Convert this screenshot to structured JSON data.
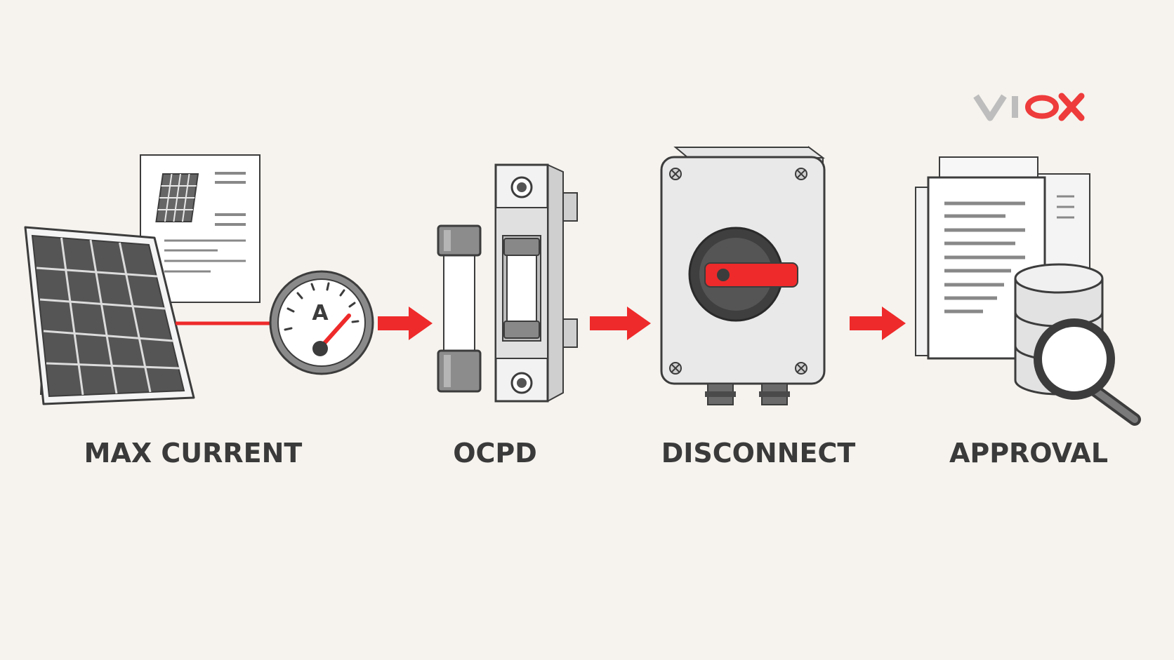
{
  "brand": {
    "logo_text": "VIOX",
    "accent": "#ee2a2a",
    "logo_gray": "#bdbdbd"
  },
  "gauge": {
    "unit_letter": "A"
  },
  "steps": [
    {
      "id": "max-current",
      "label": "MAX CURRENT",
      "icons": [
        "solar-panel-icon",
        "datasheet-icon",
        "ammeter-gauge-icon"
      ]
    },
    {
      "id": "ocpd",
      "label": "OCPD",
      "icons": [
        "fuse-icon",
        "fuse-holder-icon"
      ]
    },
    {
      "id": "disconnect",
      "label": "DISCONNECT",
      "icons": [
        "rotary-disconnect-switch-icon"
      ]
    },
    {
      "id": "approval",
      "label": "APPROVAL",
      "icons": [
        "documents-icon",
        "database-search-icon"
      ]
    }
  ],
  "colors": {
    "background": "#f6f3ee",
    "outline": "#3c3c3c",
    "arrow": "#ee2a2a",
    "label": "#3a3a3a"
  }
}
